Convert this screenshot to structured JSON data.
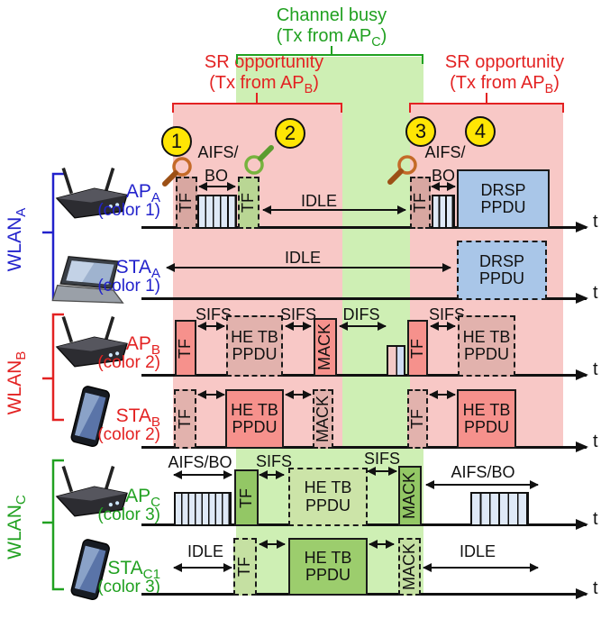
{
  "top": {
    "channel_busy_line1": "Channel busy",
    "channel_busy_pre": "(Tx from AP",
    "channel_busy_sub": "C",
    "channel_busy_post": ")",
    "sr_line1": "SR opportunity",
    "sr_pre": "(Tx from AP",
    "sr_sub": "B",
    "sr_post": ")"
  },
  "markers": {
    "m1": "1",
    "m2": "2",
    "m3": "3",
    "m4": "4"
  },
  "wlan_groups": [
    {
      "base": "WLAN",
      "sub": "A"
    },
    {
      "base": "WLAN",
      "sub": "B"
    },
    {
      "base": "WLAN",
      "sub": "C"
    }
  ],
  "rows": [
    {
      "group": "WLAN A",
      "device": "wireless-router",
      "name": {
        "base": "AP",
        "sub": "A"
      },
      "note": "(color 1)"
    },
    {
      "group": "WLAN A",
      "device": "laptop",
      "name": {
        "base": "STA",
        "sub": "A"
      },
      "note": "(color 1)"
    },
    {
      "group": "WLAN B",
      "device": "wireless-router",
      "name": {
        "base": "AP",
        "sub": "B"
      },
      "note": "(color 2)"
    },
    {
      "group": "WLAN B",
      "device": "smartphone",
      "name": {
        "base": "STA",
        "sub": "B"
      },
      "note": "(color 2)"
    },
    {
      "group": "WLAN C",
      "device": "wireless-router",
      "name": {
        "base": "AP",
        "sub": "C"
      },
      "note": "(color 3)"
    },
    {
      "group": "WLAN C",
      "device": "smartphone",
      "name": {
        "base": "STA",
        "sub": "C1"
      },
      "note": "(color 3)"
    }
  ],
  "labels": {
    "tf": "TF",
    "he_tb_line1": "HE TB",
    "he_tb_line2": "PPDU",
    "mack": "MACK",
    "drsp_line1": "DRSP",
    "drsp_line2": "PPDU",
    "idle": "IDLE",
    "sifs": "SIFS",
    "difs": "DIFS",
    "aifs_slash": "AIFS/",
    "bo": "BO",
    "aifs_bo": "AIFS/BO"
  },
  "axis": {
    "t": "t"
  },
  "colors": {
    "sr_band_pink": "#f8c8c6",
    "busy_band_green": "#ceefb4",
    "wlan_a_text_blue": "#2222cc",
    "wlan_b_text_red": "#e32222",
    "wlan_c_text_green": "#21a121",
    "tf_heard_b_fill": "#d8a7a1",
    "tf_heard_c_fill": "#b9d694",
    "backoff_slot_fill": "#dfe9f7",
    "drsp_blue_fill": "#a9c6e8",
    "wlan_b_solid_fill": "#f6918c",
    "wlan_b_faded_fill": "#e2b2ad",
    "wlan_c_solid_fill": "#93c765",
    "wlan_c_faded_fill": "#cce4a8",
    "wlan_c_sta_solid_fill": "#9ccd6d",
    "marker_yellow": "#ffe604",
    "magnifier_orange": "#c46a28",
    "magnifier_green": "#77b33e"
  }
}
